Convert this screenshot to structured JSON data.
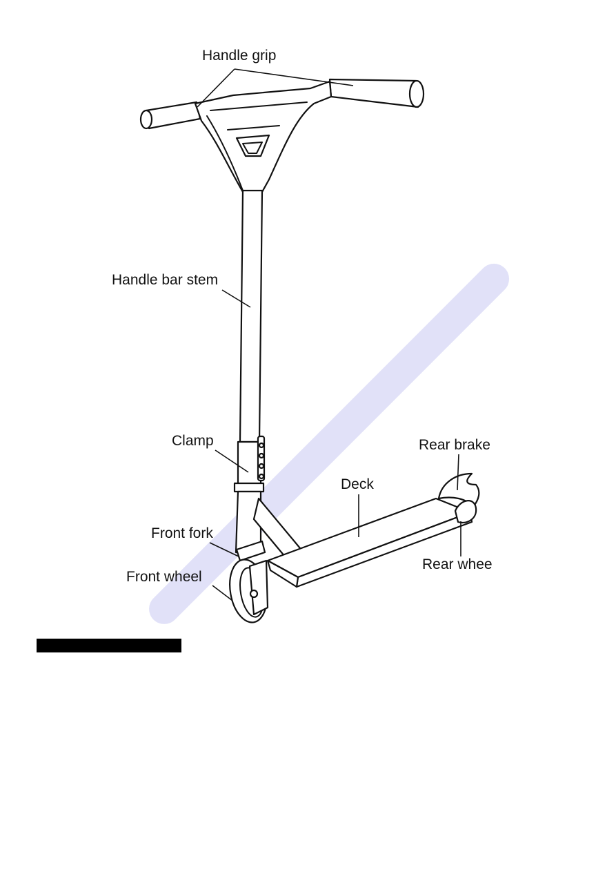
{
  "diagram": {
    "labels": {
      "handle_grip": "Handle grip",
      "handle_bar_stem": "Handle bar stem",
      "clamp": "Clamp",
      "rear_brake": "Rear brake",
      "deck": "Deck",
      "front_fork": "Front fork",
      "front_wheel": "Front wheel",
      "rear_wheel": "Rear whee"
    }
  },
  "watermark": {
    "color": "#c9c9f2",
    "text": ""
  },
  "redaction": {
    "color": "#000000"
  }
}
